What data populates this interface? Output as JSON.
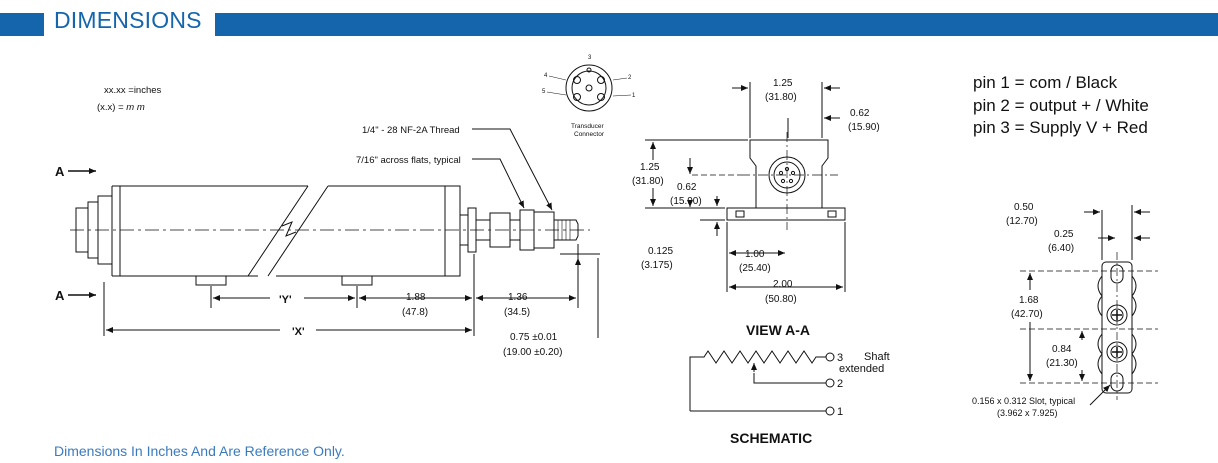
{
  "header": {
    "title": "DIMENSIONS",
    "bar_color": "#1565ad"
  },
  "footer": {
    "note": "Dimensions In Inches And Are Reference Only."
  },
  "units": {
    "inches": "xx.xx =inches",
    "mm_prefix": "(x.x) = ",
    "mm_suffix": "m m"
  },
  "side_view": {
    "section_a_top": "A",
    "section_a_bottom": "A",
    "thread_label": "1/4\" - 28 NF-2A Thread",
    "flats_label": "7/16\" across flats, typical",
    "dim_y": "'Y'",
    "dim_x": "'X'",
    "dim_188": "1.88",
    "dim_478": "(47.8)",
    "dim_136": "1.36",
    "dim_345": "(34.5)",
    "dim_075": "0.75 ±0.01",
    "dim_1900": "(19.00 ±0.20)"
  },
  "connector": {
    "label_line1": "Transducer",
    "label_line2": "Connector",
    "pins": [
      "1",
      "2",
      "3",
      "4",
      "5"
    ]
  },
  "view_aa": {
    "title": "VIEW A-A",
    "w125": "1.25",
    "w3180": "(31.80)",
    "r062": "0.62",
    "r1590": "(15.90)",
    "h125": "1.25",
    "h3180": "(31.80)",
    "h062": "0.62",
    "h1590": "(15.90)",
    "t0125": "0.125",
    "t3175": "(3.175)",
    "d100": "1.00",
    "d2540": "(25.40)",
    "d200": "2.00",
    "d5080": "(50.80)"
  },
  "schematic": {
    "title": "SCHEMATIC",
    "pin3": "3",
    "pin2": "2",
    "pin1": "1",
    "shaft1": "Shaft",
    "shaft2": "extended"
  },
  "pins_legend": {
    "pin1": "pin 1 = com / Black",
    "pin2": "pin 2 = output + / White",
    "pin3": "pin 3 = Supply V + Red"
  },
  "bracket": {
    "d050": "0.50",
    "d1270": "(12.70)",
    "d025": "0.25",
    "d640": "(6.40)",
    "d168": "1.68",
    "d4270": "(42.70)",
    "d084": "0.84",
    "d2130": "(21.30)",
    "slot1": "0.156 x 0.312 Slot, typical",
    "slot2": "(3.962 x 7.925)"
  }
}
